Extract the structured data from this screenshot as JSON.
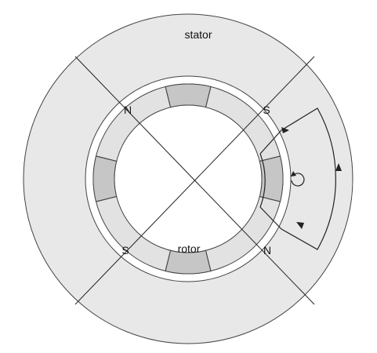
{
  "labels": {
    "stator": "stator",
    "rotor": "rotor",
    "pole_top_left": "N",
    "pole_top_right": "S",
    "pole_bottom_left": "S",
    "pole_bottom_right": "N"
  },
  "colors": {
    "stator_fill": "#e8e8e8",
    "airgap_fill": "#ffffff",
    "rotor_band_fill": "#e2e2e2",
    "magnet_fill": "#c6c6c6",
    "shaft_fill": "#ffffff",
    "line": "#222222"
  }
}
